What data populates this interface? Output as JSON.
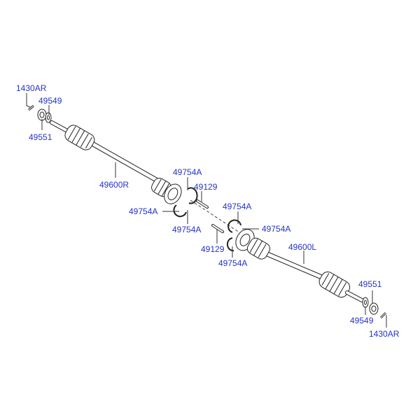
{
  "colors": {
    "label": "#2433c6",
    "line": "#222222",
    "fill": "#ffffff"
  },
  "labels": {
    "pin_r": "1430AR",
    "washer_r": "49549",
    "nut_r": "49551",
    "shaft_r": "49600R",
    "clip_r_top": "49754A",
    "clip_r_left": "49754A",
    "clip_r_bottom": "49754A",
    "bolt_r": "49129",
    "clip_l_top": "49754A",
    "clip_l_right": "49754A",
    "clip_l_bottom": "49754A",
    "bolt_l": "49129",
    "shaft_l": "49600L",
    "nut_l": "49551",
    "washer_l": "49549",
    "pin_l": "1430AR"
  }
}
